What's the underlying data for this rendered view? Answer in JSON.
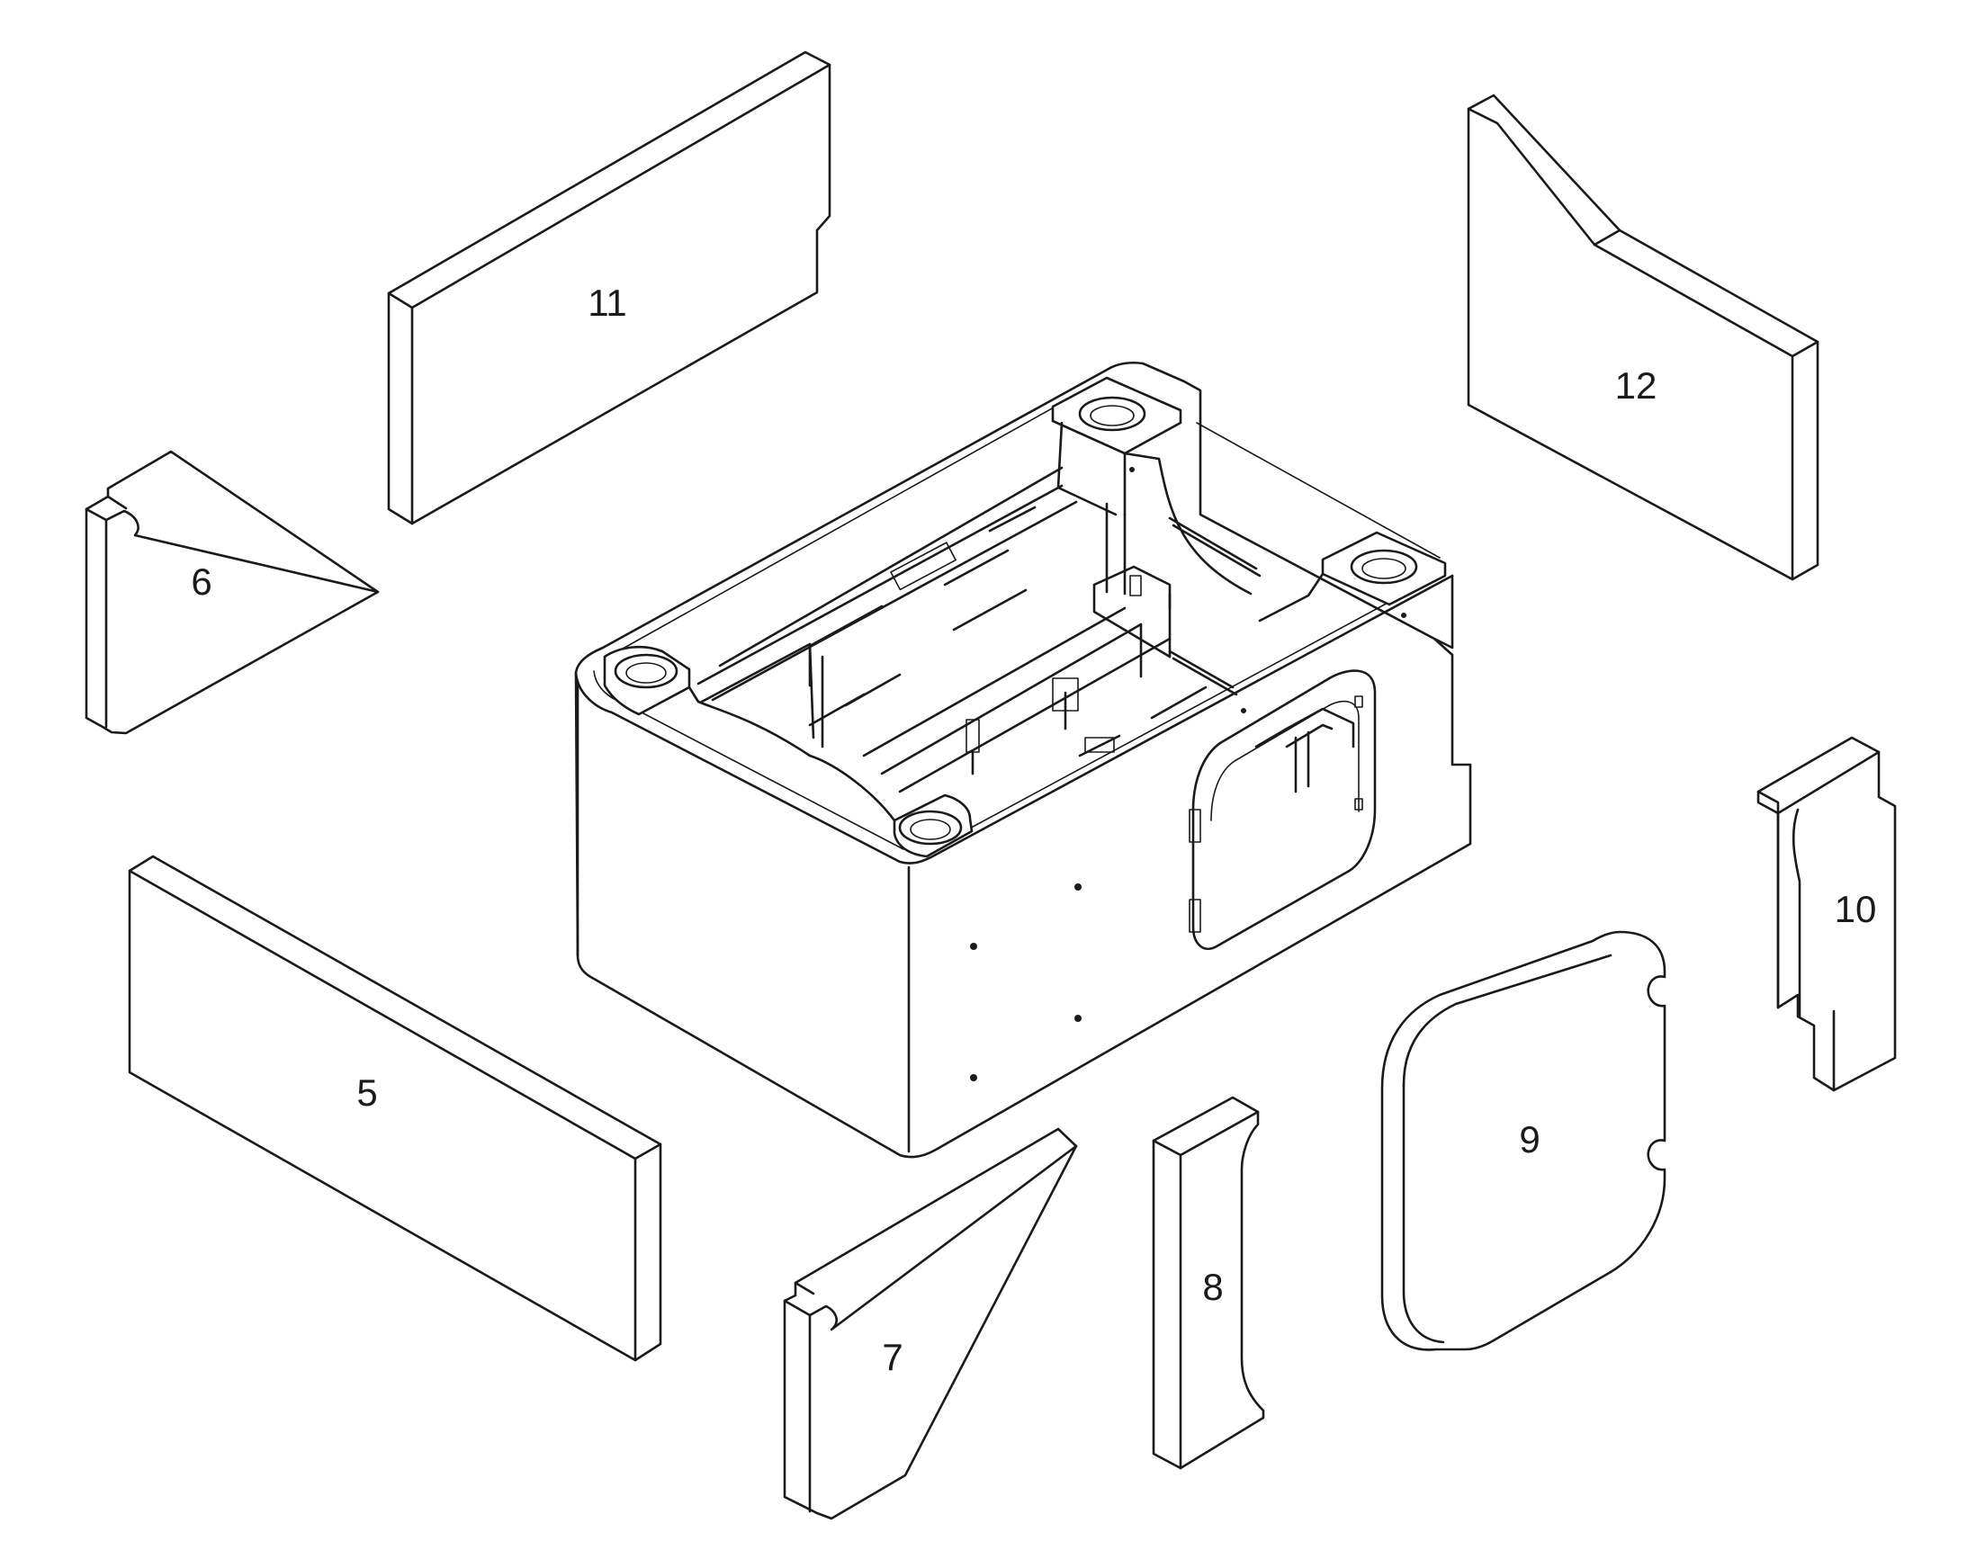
{
  "callouts": {
    "p5": "5",
    "p6": "6",
    "p7": "7",
    "p8": "8",
    "p9": "9",
    "p10": "10",
    "p11": "11",
    "p12": "12"
  },
  "colors": {
    "line": "#1a1a1a",
    "background": "#ffffff"
  }
}
